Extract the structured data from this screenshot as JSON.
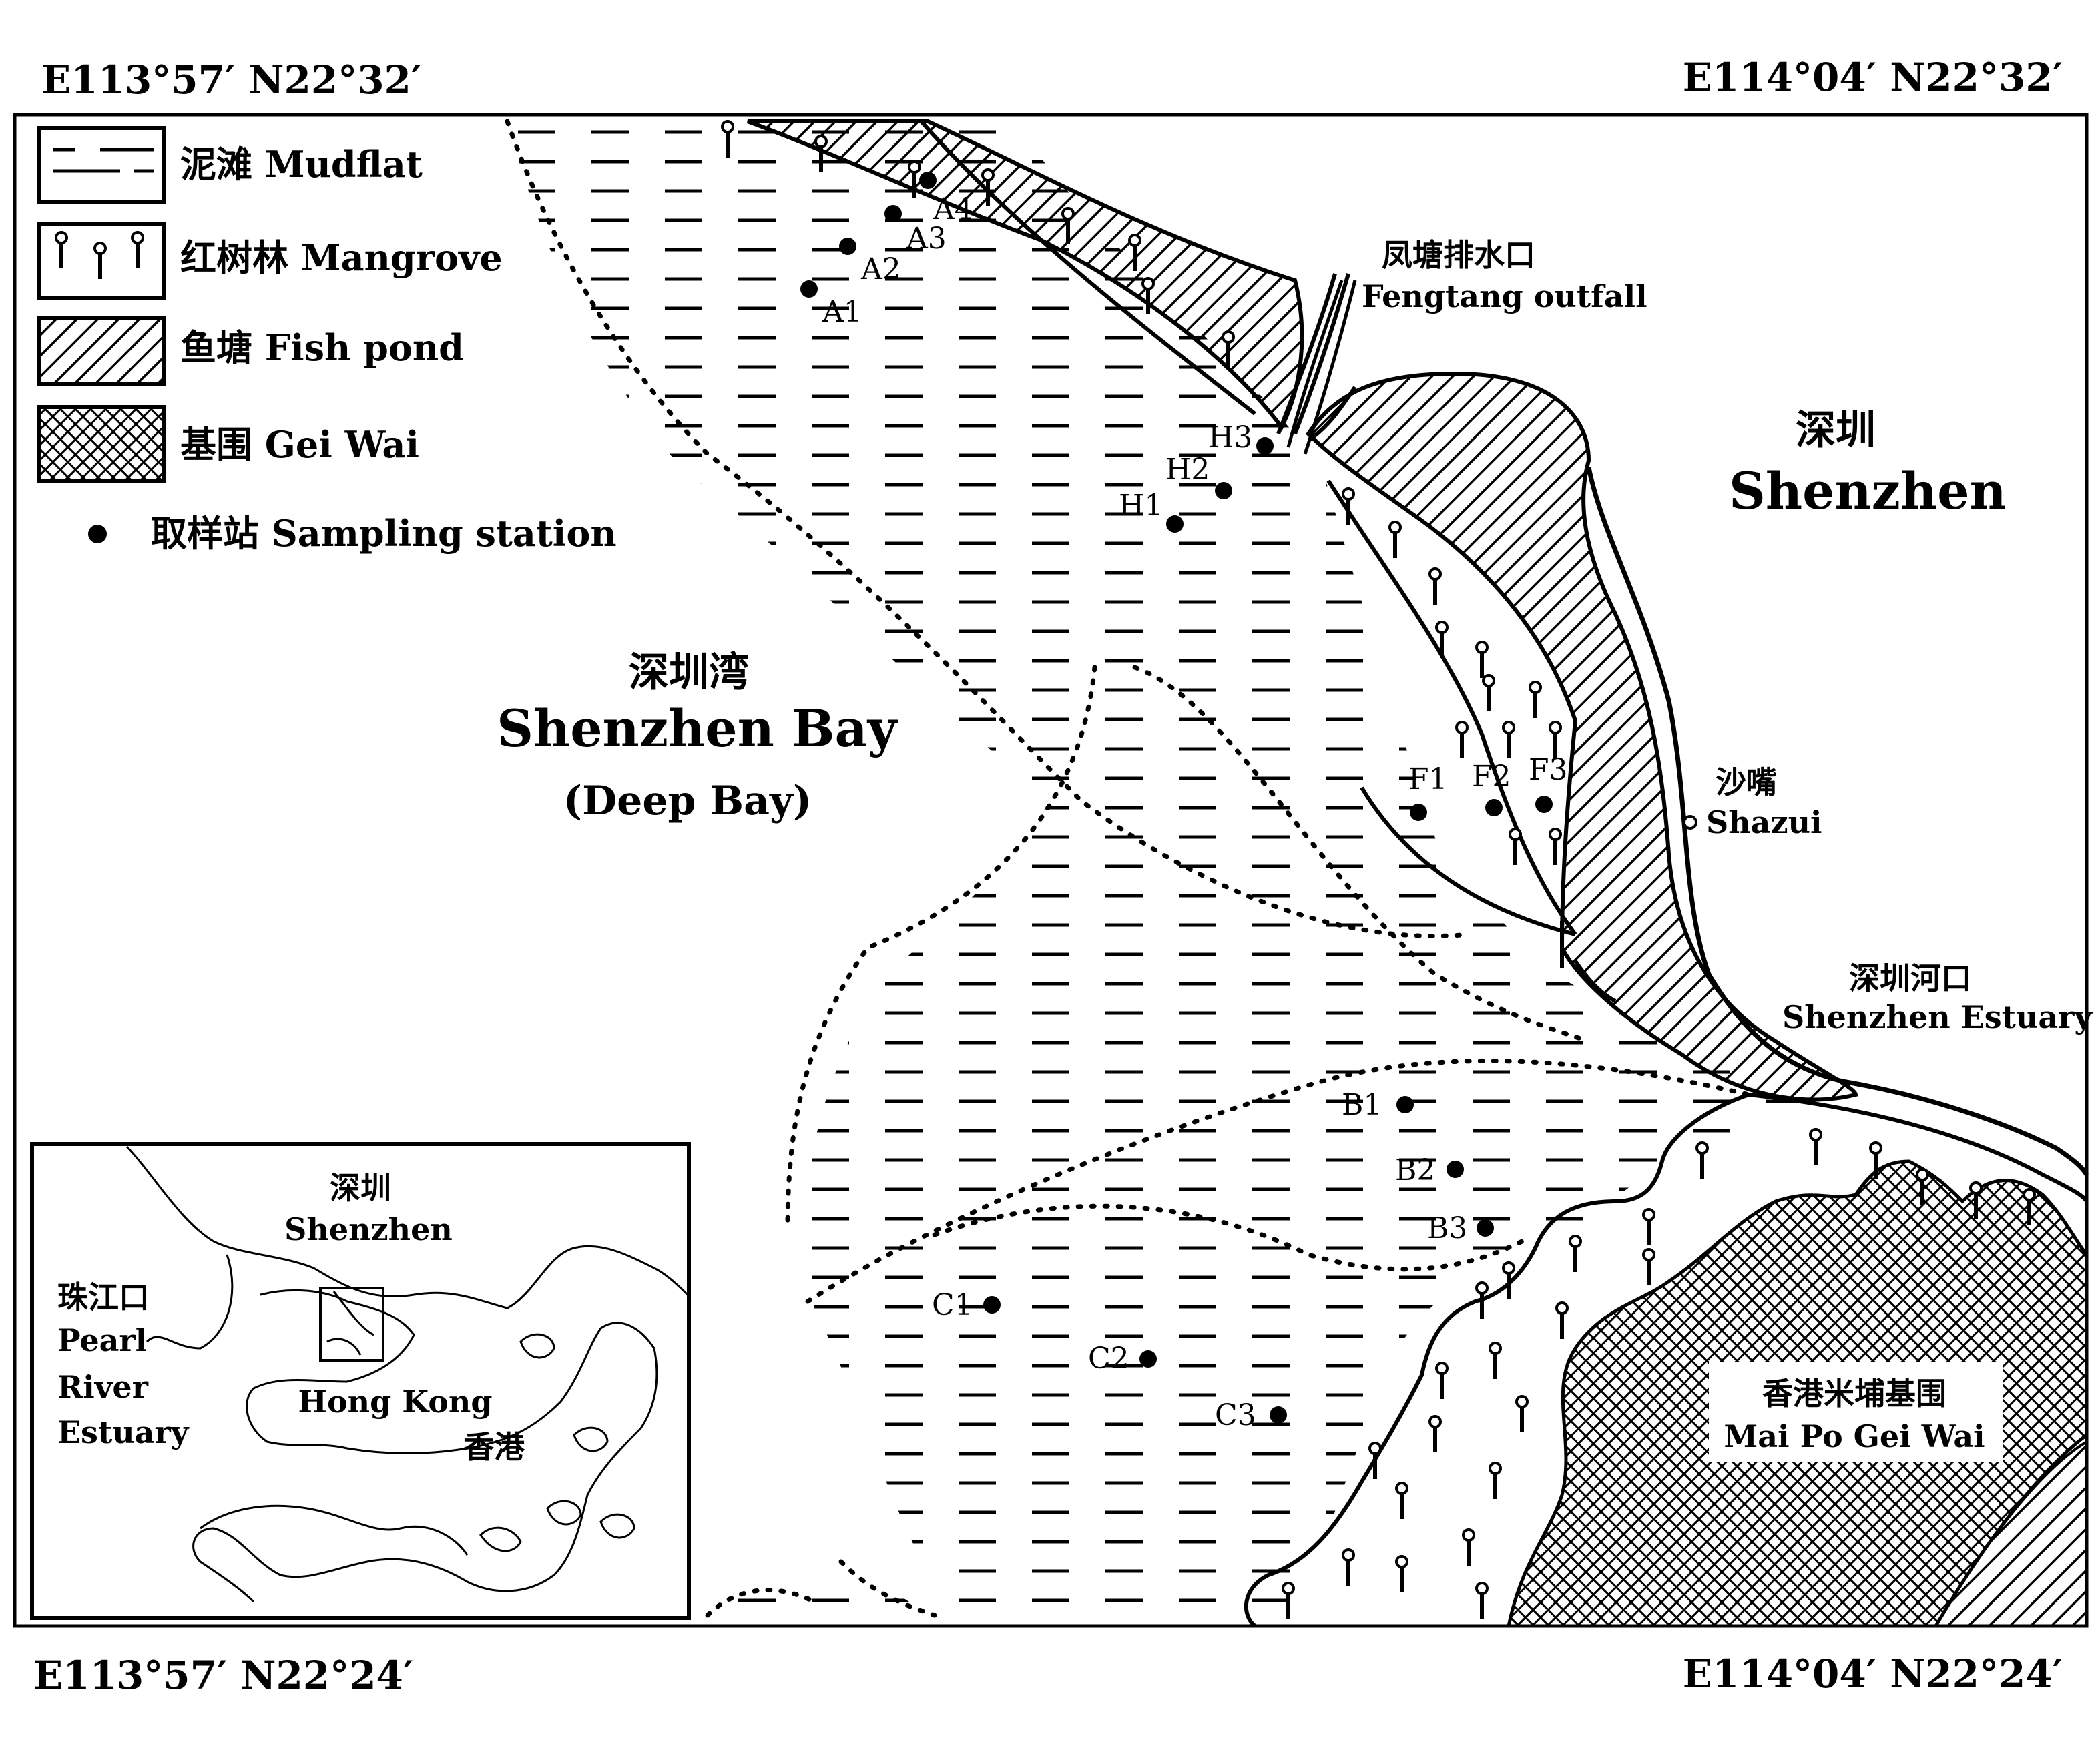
{
  "corners": {
    "top_left": "E113°57′  N22°32′",
    "top_right": "E114°04′  N22°32′",
    "bottom_left": "E113°57′  N22°24′",
    "bottom_right": "E114°04′  N22°24′"
  },
  "legend": {
    "mudflat": "泥滩  Mudflat",
    "mangrove": "红树林 Mangrove",
    "fish_pond": "鱼塘  Fish pond",
    "gei_wai": "基围  Gei Wai",
    "sampling_station": "取样站  Sampling station"
  },
  "places": {
    "fengtang_cn": "凤塘排水口",
    "fengtang_en": "Fengtang outfall",
    "shenzhen_cn": "深圳",
    "shenzhen_en": "Shenzhen",
    "bay_cn": "深圳湾",
    "bay_en": "Shenzhen Bay",
    "bay_alt": "(Deep Bay)",
    "shazui_cn": "沙嘴",
    "shazui_en": "Shazui",
    "estuary_cn": "深圳河口",
    "estuary_en": "Shenzhen Estuary",
    "maipo_cn": "香港米埔基围",
    "maipo_en": "Mai Po Gei Wai"
  },
  "stations": {
    "A1": "A1",
    "A2": "A2",
    "A3": "A3",
    "A4": "A4",
    "H1": "H1",
    "H2": "H2",
    "H3": "H3",
    "F1": "F1",
    "F2": "F2",
    "F3": "F3",
    "B1": "B1",
    "B2": "B2",
    "B3": "B3",
    "C1": "C1",
    "C2": "C2",
    "C3": "C3"
  },
  "inset": {
    "shenzhen_cn": "深圳",
    "shenzhen_en": "Shenzhen",
    "pearl_cn": "珠江口",
    "pearl_1": "Pearl",
    "pearl_2": "River",
    "pearl_3": "Estuary",
    "hk_en": "Hong Kong",
    "hk_cn": "香港"
  }
}
